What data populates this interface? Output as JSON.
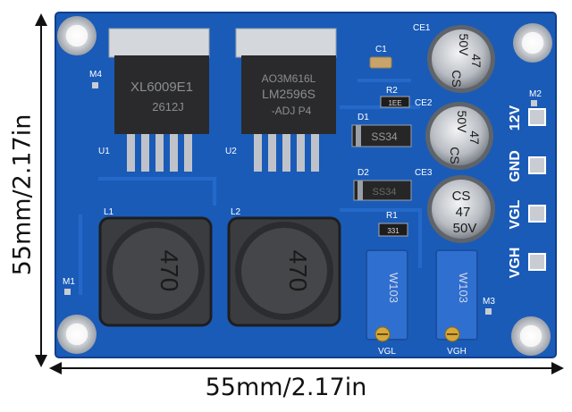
{
  "dimensions": {
    "width_label": "55mm/2.17in",
    "height_label": "55mm/2.17in"
  },
  "colors": {
    "pcb": "#1a5bb8",
    "pcb_dark": "#114598",
    "silk": "#ffffff",
    "pad": "#c9ccd2",
    "chip": "#2a2a2c",
    "trimmer": "#2f6fd0"
  },
  "chips": [
    {
      "ref": "U1",
      "line1": "XL6009E1",
      "line2": "2612J"
    },
    {
      "ref": "U2",
      "line1": "AO3M616L",
      "line2": "LM2596S",
      "line3": "-ADJ P4"
    }
  ],
  "inductors": [
    {
      "ref": "L1",
      "marking": "470"
    },
    {
      "ref": "L2",
      "marking": "470"
    }
  ],
  "capacitors": [
    {
      "ref": "CE1",
      "marking_a": "50V",
      "marking_b": "47",
      "marking_c": "CS"
    },
    {
      "ref": "CE2",
      "marking_a": "50V",
      "marking_b": "47",
      "marking_c": "CS"
    },
    {
      "ref": "CE3",
      "marking_a": "CS",
      "marking_b": "47",
      "marking_c": "50V"
    }
  ],
  "smd": {
    "c1": "C1",
    "r2": "R2",
    "r2_value": "1EE",
    "r1": "R1",
    "r1_value": "331"
  },
  "diodes": [
    {
      "ref": "D1",
      "marking": "SS34"
    },
    {
      "ref": "D2",
      "marking": "SS34"
    }
  ],
  "mounts": {
    "m1": "M1",
    "m2": "M2",
    "m3": "M3",
    "m4": "M4"
  },
  "terminals": [
    "12V",
    "GND",
    "VGL",
    "VGH"
  ],
  "pots": [
    {
      "label": "VGL",
      "marking": "W103"
    },
    {
      "label": "VGH",
      "marking": "W103"
    }
  ]
}
